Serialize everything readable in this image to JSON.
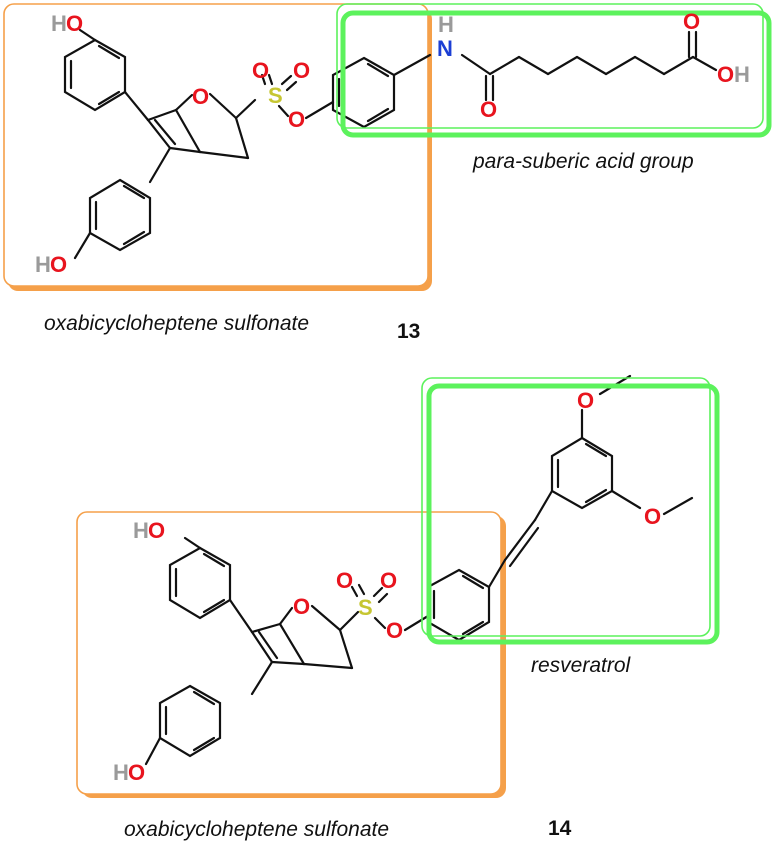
{
  "colors": {
    "orange_box": "#f5a04a",
    "green_box": "#5cf25c",
    "oxygen": "#e8141e",
    "sulfur": "#c6c632",
    "nitrogen": "#1c3fd4",
    "hydrogen": "#9a9a9a"
  },
  "atoms": {
    "H": "H",
    "O": "O",
    "S": "S",
    "N": "N"
  },
  "compound_13": {
    "number": "13",
    "fragment_left": "oxabicycloheptene sulfonate",
    "fragment_right": "para-suberic acid group"
  },
  "compound_14": {
    "number": "14",
    "fragment_left": "oxabicycloheptene sulfonate",
    "fragment_right": "resveratrol"
  }
}
